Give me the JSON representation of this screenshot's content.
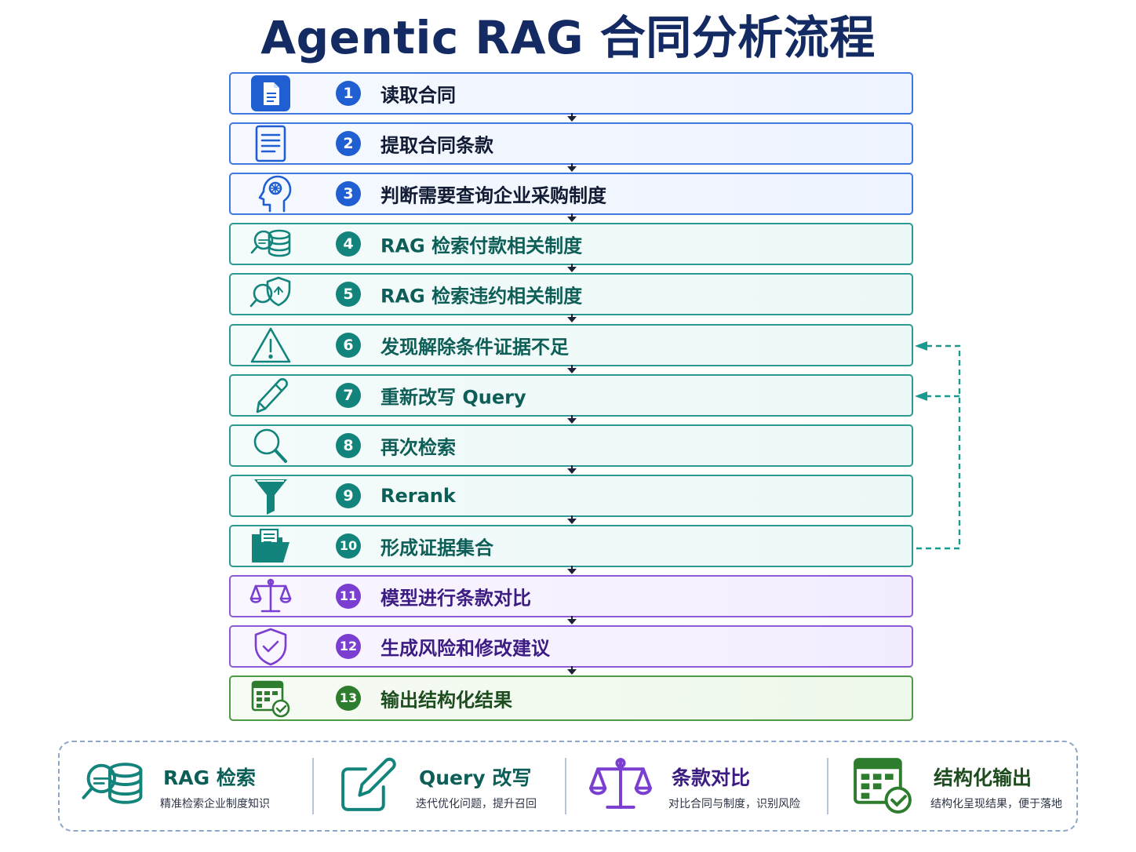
{
  "title": "Agentic RAG 合同分析流程",
  "colors": {
    "blue": "#1f5fd1",
    "teal": "#13847c",
    "purple": "#7a3fd0",
    "green": "#2e7d2f",
    "title": "#132a63"
  },
  "steps": [
    {
      "num": "1",
      "label": "读取合同",
      "icon": "document-icon",
      "theme": "blue"
    },
    {
      "num": "2",
      "label": "提取合同条款",
      "icon": "list-document-icon",
      "theme": "blue"
    },
    {
      "num": "3",
      "label": "判断需要查询企业采购制度",
      "icon": "brain-head-icon",
      "theme": "blue"
    },
    {
      "num": "4",
      "label": "RAG 检索付款相关制度",
      "icon": "database-search-icon",
      "theme": "teal"
    },
    {
      "num": "5",
      "label": "RAG 检索违约相关制度",
      "icon": "shield-search-icon",
      "theme": "teal"
    },
    {
      "num": "6",
      "label": "发现解除条件证据不足",
      "icon": "warning-icon",
      "theme": "teal"
    },
    {
      "num": "7",
      "label": "重新改写 Query",
      "icon": "pencil-icon",
      "theme": "teal"
    },
    {
      "num": "8",
      "label": "再次检索",
      "icon": "magnifier-icon",
      "theme": "teal"
    },
    {
      "num": "9",
      "label": "Rerank",
      "icon": "funnel-icon",
      "theme": "teal"
    },
    {
      "num": "10",
      "label": "形成证据集合",
      "icon": "folder-icon",
      "theme": "teal"
    },
    {
      "num": "11",
      "label": "模型进行条款对比",
      "icon": "scale-icon",
      "theme": "purple"
    },
    {
      "num": "12",
      "label": "生成风险和修改建议",
      "icon": "shield-check-icon",
      "theme": "purple"
    },
    {
      "num": "13",
      "label": "输出结构化结果",
      "icon": "table-check-icon",
      "theme": "green"
    }
  ],
  "summary": [
    {
      "title": "RAG 检索",
      "desc": "精准检索企业制度知识",
      "icon": "database-search-icon",
      "color": "#13847c"
    },
    {
      "title": "Query 改写",
      "desc": "迭代优化问题，提升召回",
      "icon": "edit-icon",
      "color": "#13847c"
    },
    {
      "title": "条款对比",
      "desc": "对比合同与制度，识别风险",
      "icon": "scale-icon",
      "color": "#7a3fd0"
    },
    {
      "title": "结构化输出",
      "desc": "结构化呈现结果，便于落地",
      "icon": "table-check-icon",
      "color": "#2e7d2f"
    }
  ]
}
